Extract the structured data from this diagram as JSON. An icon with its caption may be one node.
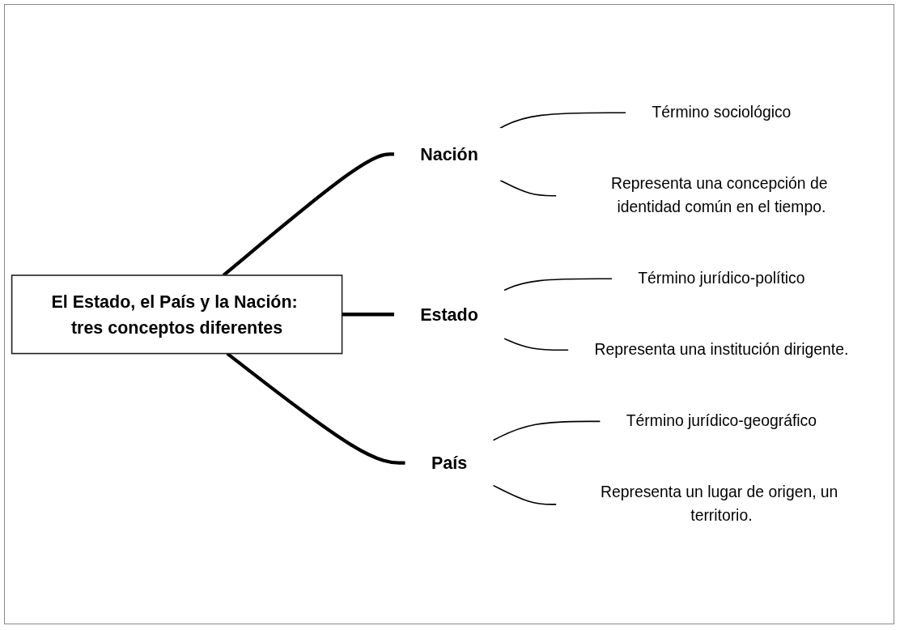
{
  "diagram": {
    "nodes": [
      {
        "text": [
          "El Estado, el País y la Nación: tres conceptos diferentes"
        ]
      },
      {
        "text": [
          "Nación"
        ]
      },
      {
        "text": [
          "Término sociológico"
        ]
      },
      {
        "text": [
          "Representa una concepción de identidad común en el tiempo."
        ]
      },
      {
        "text": [
          "Estado"
        ]
      },
      {
        "text": [
          "Término jurídico-político"
        ]
      },
      {
        "text": [
          "Representa una institución dirigente."
        ]
      },
      {
        "text": [
          "País"
        ]
      },
      {
        "text": [
          "Término jurídico-geográfico"
        ]
      },
      {
        "text": [
          "Representa un lugar de origen, un territorio."
        ]
      }
    ],
    "edges": [
      {
        "from": 0,
        "to": 1,
        "arrow": "none",
        "style": "thick"
      },
      {
        "from": 1,
        "to": 2,
        "arrow": "none"
      },
      {
        "from": 1,
        "to": 3,
        "arrow": "none"
      },
      {
        "from": 0,
        "to": 4,
        "arrow": "none",
        "style": "thick"
      },
      {
        "from": 4,
        "to": 5,
        "arrow": "none"
      },
      {
        "from": 4,
        "to": 6,
        "arrow": "none"
      },
      {
        "from": 0,
        "to": 7,
        "arrow": "none",
        "style": "thick"
      },
      {
        "from": 7,
        "to": 8,
        "arrow": "none"
      },
      {
        "from": 7,
        "to": 9,
        "arrow": "none"
      }
    ]
  }
}
